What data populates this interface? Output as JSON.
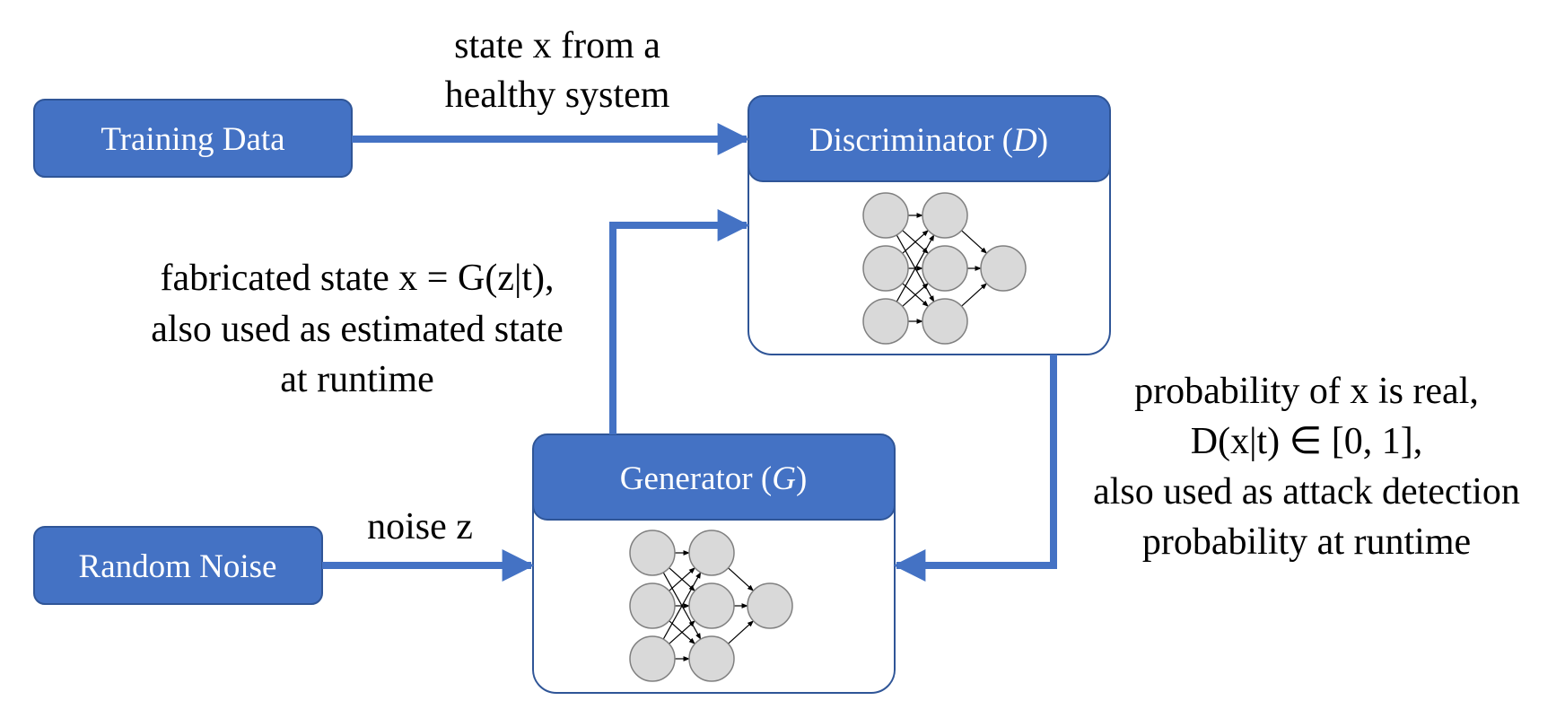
{
  "colors": {
    "primary": "#4472C4",
    "border": "#2F5597",
    "neuron": "#D9D9D9",
    "text": "#000000",
    "box_text": "#FFFFFF"
  },
  "boxes": {
    "training_data": "Training Data",
    "random_noise": "Random Noise",
    "discriminator": {
      "prefix": "Discriminator (",
      "symbol": "D",
      "suffix": ")"
    },
    "generator": {
      "prefix": "Generator (",
      "symbol": "G",
      "suffix": ")"
    }
  },
  "edges": {
    "healthy_state": {
      "line1": "state x from a",
      "line2": "healthy system"
    },
    "fabricated_state": {
      "line1": "fabricated state x = G(z|t),",
      "line2": "also used as estimated state",
      "line3": "at runtime"
    },
    "noise": "noise z",
    "probability": {
      "line1": "probability of x is real,",
      "line2": "D(x|t) ∈ [0, 1],",
      "line3": "also used as attack detection",
      "line4": "probability at runtime"
    }
  },
  "icons": [
    "neural-network-icon",
    "arrow-head-icon"
  ]
}
